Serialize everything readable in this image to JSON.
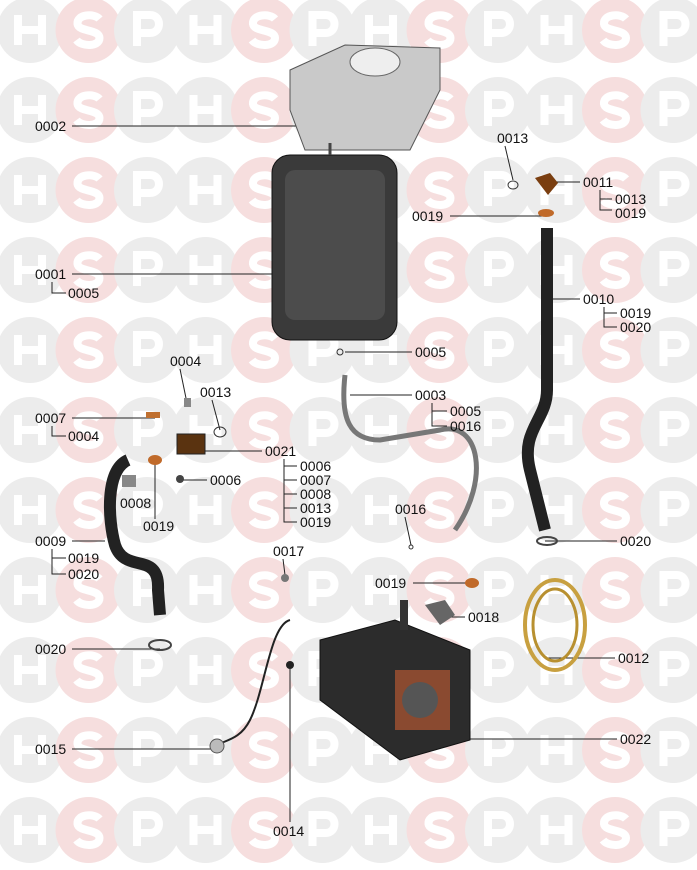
{
  "diagram": {
    "watermark": {
      "letters": [
        "H",
        "S",
        "P"
      ],
      "colors": {
        "grey": "#ececec",
        "pink": "#f6dede"
      }
    },
    "labels": [
      {
        "id": "l0",
        "text": "0002"
      },
      {
        "id": "l1",
        "text": "0013"
      },
      {
        "id": "l2",
        "text": "0011"
      },
      {
        "id": "l3",
        "text": "0013"
      },
      {
        "id": "l4",
        "text": "0019"
      },
      {
        "id": "l5",
        "text": "0019"
      },
      {
        "id": "l6",
        "text": "0001"
      },
      {
        "id": "l7",
        "text": "0005"
      },
      {
        "id": "l8",
        "text": "0010"
      },
      {
        "id": "l9",
        "text": "0019"
      },
      {
        "id": "l10",
        "text": "0020"
      },
      {
        "id": "l11",
        "text": "0005"
      },
      {
        "id": "l12",
        "text": "0004"
      },
      {
        "id": "l13",
        "text": "0013"
      },
      {
        "id": "l14",
        "text": "0003"
      },
      {
        "id": "l15",
        "text": "0005"
      },
      {
        "id": "l16",
        "text": "0016"
      },
      {
        "id": "l17",
        "text": "0007"
      },
      {
        "id": "l18",
        "text": "0004"
      },
      {
        "id": "l19",
        "text": "0021"
      },
      {
        "id": "l20",
        "text": "0006"
      },
      {
        "id": "l21",
        "text": "0007"
      },
      {
        "id": "l22",
        "text": "0008"
      },
      {
        "id": "l23",
        "text": "0013"
      },
      {
        "id": "l24",
        "text": "0019"
      },
      {
        "id": "l25",
        "text": "0006"
      },
      {
        "id": "l26",
        "text": "0008"
      },
      {
        "id": "l27",
        "text": "0019"
      },
      {
        "id": "l28",
        "text": "0016"
      },
      {
        "id": "l29",
        "text": "0009"
      },
      {
        "id": "l30",
        "text": "0019"
      },
      {
        "id": "l31",
        "text": "0020"
      },
      {
        "id": "l32",
        "text": "0020"
      },
      {
        "id": "l33",
        "text": "0017"
      },
      {
        "id": "l34",
        "text": "0019"
      },
      {
        "id": "l35",
        "text": "0018"
      },
      {
        "id": "l36",
        "text": "0020"
      },
      {
        "id": "l37",
        "text": "0012"
      },
      {
        "id": "l38",
        "text": "0015"
      },
      {
        "id": "l39",
        "text": "0022"
      },
      {
        "id": "l40",
        "text": "0014"
      }
    ]
  }
}
